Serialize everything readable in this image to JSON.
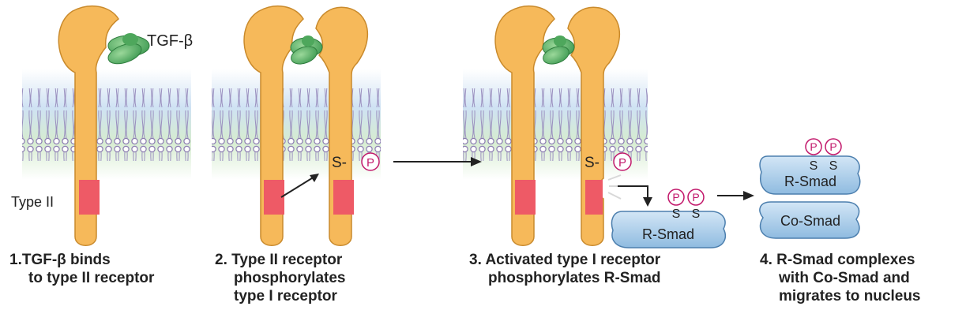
{
  "labels": {
    "tgf_beta": "TGF-β",
    "type_ii": "Type II",
    "serine": "S-",
    "phosphate": "P",
    "s": "S",
    "r_smad": "R-Smad",
    "co_smad": "Co-Smad"
  },
  "steps": [
    {
      "number": "1.",
      "lines": [
        "TGF-β binds",
        "to type II receptor"
      ]
    },
    {
      "number": "2.",
      "lines": [
        "Type II receptor",
        "phosphorylates",
        "type I receptor"
      ]
    },
    {
      "number": "3.",
      "lines": [
        "Activated type I receptor",
        "phosphorylates R-Smad"
      ]
    },
    {
      "number": "4.",
      "lines": [
        "R-Smad complexes",
        "with Co-Smad and",
        "migrates to nucleus"
      ]
    }
  ],
  "colors": {
    "receptor": "#f6b95a",
    "receptor_stroke": "#c98a2c",
    "kinase": "#ee5a66",
    "ligand": "#5fb46a",
    "smad": "#a9cdea",
    "smad_stroke": "#4c7fae",
    "phosphate": "#c2186b",
    "membrane_top": "#bfd9ef",
    "membrane_bottom": "#cfe9c2"
  }
}
